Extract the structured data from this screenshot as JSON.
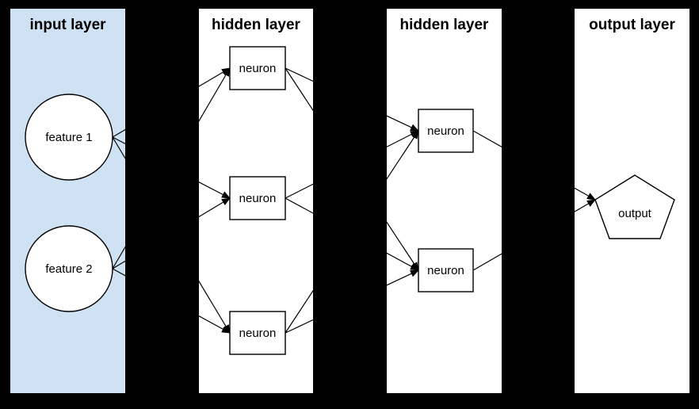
{
  "diagram": {
    "background": "#000000",
    "stroke_color": "#000000",
    "node_fill": "#ffffff",
    "input_panel_fill": "#cfe2f3",
    "hidden_panel_fill": "#ffffff",
    "output_panel_fill": "#ffffff"
  },
  "layers": [
    {
      "id": "input",
      "title": "input layer",
      "fill": "#cfe2f3",
      "nodes": [
        {
          "id": "f1",
          "label": "feature 1",
          "shape": "circle"
        },
        {
          "id": "f2",
          "label": "feature 2",
          "shape": "circle"
        }
      ]
    },
    {
      "id": "hidden1",
      "title": "hidden layer",
      "fill": "#ffffff",
      "nodes": [
        {
          "id": "h1a",
          "label": "neuron",
          "shape": "rectangle"
        },
        {
          "id": "h1b",
          "label": "neuron",
          "shape": "rectangle"
        },
        {
          "id": "h1c",
          "label": "neuron",
          "shape": "rectangle"
        }
      ]
    },
    {
      "id": "hidden2",
      "title": "hidden layer",
      "fill": "#ffffff",
      "nodes": [
        {
          "id": "h2a",
          "label": "neuron",
          "shape": "rectangle"
        },
        {
          "id": "h2b",
          "label": "neuron",
          "shape": "rectangle"
        }
      ]
    },
    {
      "id": "output",
      "title": "output layer",
      "fill": "#ffffff",
      "nodes": [
        {
          "id": "out",
          "label": "output",
          "shape": "pentagon"
        }
      ]
    }
  ],
  "edges": [
    [
      "f1",
      "h1a"
    ],
    [
      "f1",
      "h1b"
    ],
    [
      "f1",
      "h1c"
    ],
    [
      "f2",
      "h1a"
    ],
    [
      "f2",
      "h1b"
    ],
    [
      "f2",
      "h1c"
    ],
    [
      "h1a",
      "h2a"
    ],
    [
      "h1a",
      "h2b"
    ],
    [
      "h1b",
      "h2a"
    ],
    [
      "h1b",
      "h2b"
    ],
    [
      "h1c",
      "h2a"
    ],
    [
      "h1c",
      "h2b"
    ],
    [
      "h2a",
      "out"
    ],
    [
      "h2b",
      "out"
    ]
  ]
}
